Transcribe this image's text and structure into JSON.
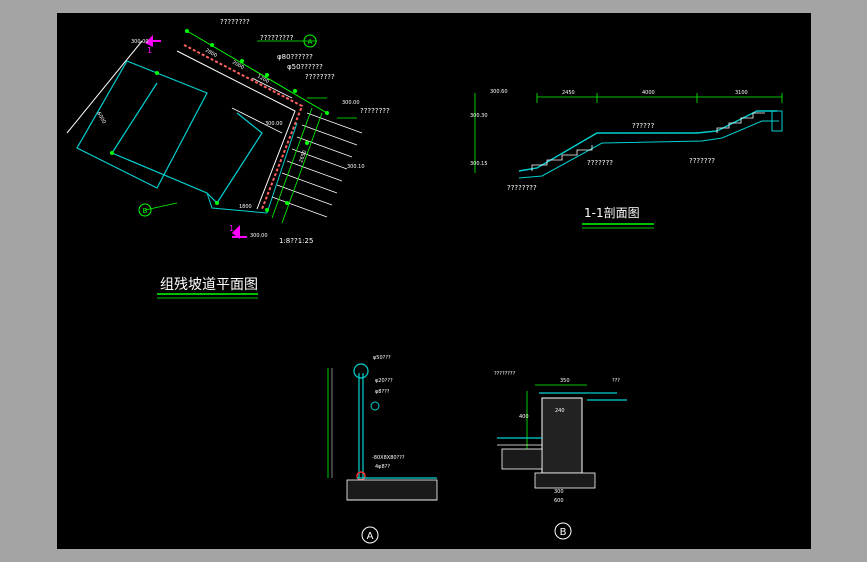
{
  "colors": {
    "background": "#a4a4a4",
    "canvas": "#000000",
    "wall": "#00d0d0",
    "dimension": "#00ff00",
    "annotation": "#ffffff",
    "railing": "#ff6060",
    "section_marker": "#ff00ff",
    "title_underline": "#00ff00"
  },
  "plan": {
    "title": "组残坡道平面图",
    "labels": {
      "top_note": "????????",
      "note_2": "?????????",
      "note_3": "φ80??????",
      "note_4": "φ50??????",
      "note_5": "????????",
      "right_note": "????????",
      "bottom_note": "1:8??1:25",
      "elev_1": "300.00",
      "elev_2": "300.00",
      "elev_3": "300.10",
      "elev_4": "300.00",
      "elev_5": "300.00",
      "dim_2800": "2800",
      "dim_2000": "2000",
      "dim_1200": "1200",
      "dim_6000": "6000",
      "dim_2650": "2650",
      "dim_1800": "1800"
    },
    "section_marks": [
      "1",
      "1"
    ],
    "axis_marks": [
      "A",
      "B"
    ]
  },
  "section": {
    "title": "1-1剖面图",
    "labels": {
      "dim_1": "2450",
      "dim_2": "4000",
      "dim_3": "3100",
      "elev_top": "300.60",
      "elev_mid": "300.30",
      "elev_low": "300.15",
      "note_upper": "??????",
      "note_lower": "???????",
      "note_bottom": "????????"
    }
  },
  "detail_a": {
    "marker": "A",
    "labels": {
      "note_1": "φ50???",
      "note_2": "φ20???",
      "note_3": "φ8???",
      "note_4": "-80X8X80???",
      "note_5": "4φ8??"
    }
  },
  "detail_b": {
    "marker": "B",
    "labels": {
      "note_1": "????????",
      "note_2": "???",
      "dim_350": "350",
      "dim_240": "240",
      "dim_400": "400",
      "dim_300": "300",
      "dim_600": "600"
    }
  }
}
